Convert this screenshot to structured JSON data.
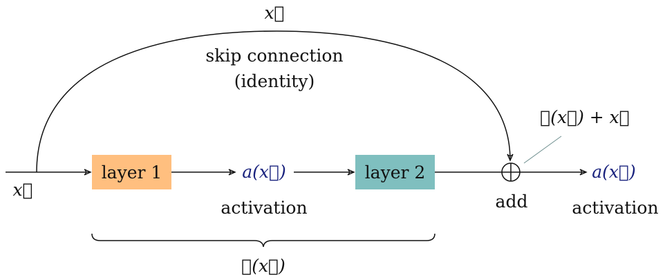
{
  "nodes": {
    "layer1": {
      "label": "layer 1",
      "color": "#ffbf7f"
    },
    "layer2": {
      "label": "layer 2",
      "color": "#7fbfbf"
    },
    "add": {
      "symbol": "⊕",
      "label": "add"
    }
  },
  "labels": {
    "input_x": "x⃗",
    "top_x": "x⃗",
    "skip_line1": "skip connection",
    "skip_line2": "(identity)",
    "a1": "a(x⃗)",
    "a1_caption": "activation",
    "a2": "a(x⃗)",
    "a2_caption": "activation",
    "sum": "𝓕(x⃗) + x⃗",
    "brace": "𝓕(x⃗)"
  },
  "colors": {
    "activation_text": "#1a237e"
  }
}
